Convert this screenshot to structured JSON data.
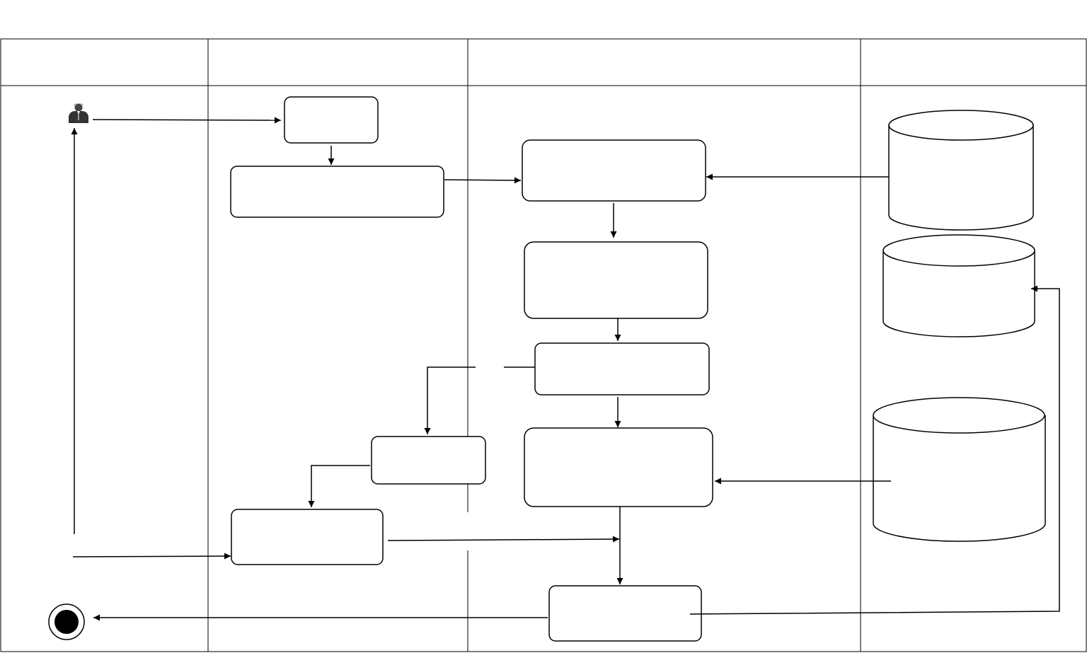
{
  "diagram": {
    "type": "swimlane-activity",
    "lanes": [
      {
        "id": "lane-1",
        "label": ""
      },
      {
        "id": "lane-2",
        "label": ""
      },
      {
        "id": "lane-3",
        "label": ""
      },
      {
        "id": "lane-4",
        "label": ""
      }
    ],
    "actor": {
      "icon": "user-icon"
    },
    "final_node": {
      "icon": "final-node-icon"
    },
    "activities": [
      {
        "id": "act-1",
        "label": ""
      },
      {
        "id": "act-2",
        "label": ""
      },
      {
        "id": "act-3",
        "label": ""
      },
      {
        "id": "act-4",
        "label": ""
      },
      {
        "id": "act-5",
        "label": ""
      },
      {
        "id": "act-6",
        "label": ""
      },
      {
        "id": "act-7",
        "label": ""
      },
      {
        "id": "act-8",
        "label": ""
      },
      {
        "id": "act-9",
        "label": ""
      }
    ],
    "datastores": [
      {
        "id": "db-1",
        "label": ""
      },
      {
        "id": "db-2",
        "label": ""
      },
      {
        "id": "db-3",
        "label": ""
      }
    ],
    "colors": {
      "stroke": "#000000",
      "background": "#ffffff"
    }
  }
}
